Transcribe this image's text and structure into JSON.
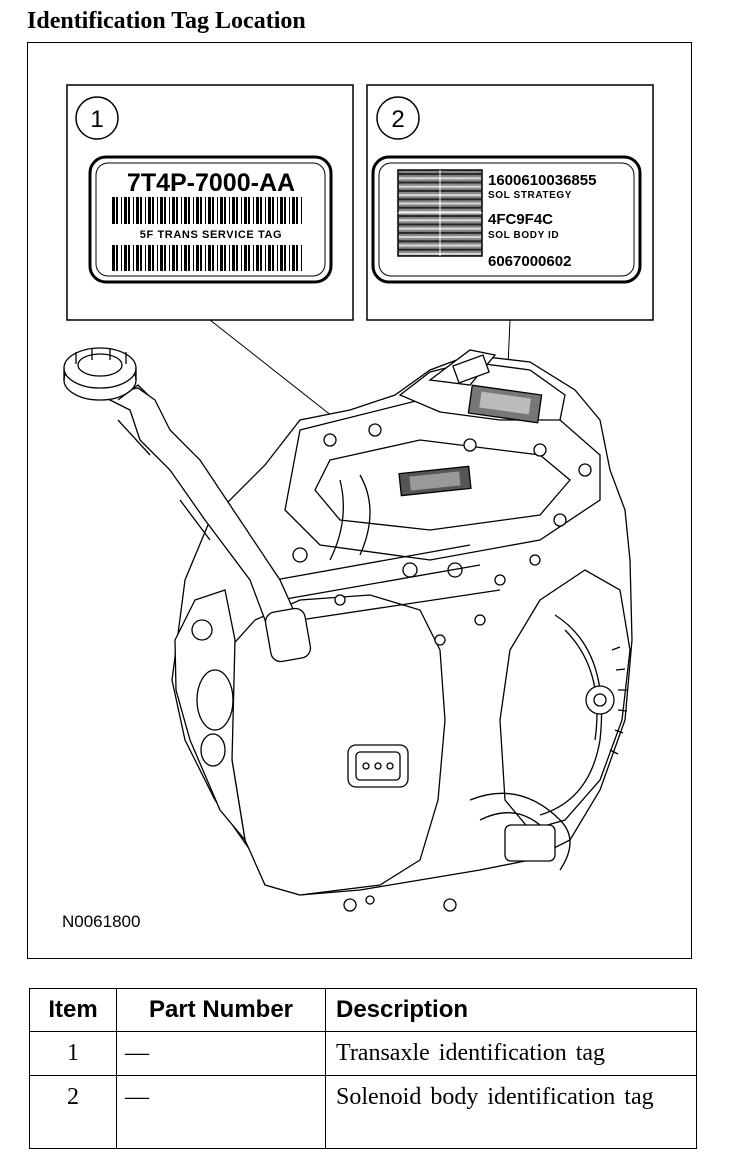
{
  "title": "Identification Tag Location",
  "figure_id": "N0061800",
  "callouts": [
    {
      "number": "1",
      "tag": {
        "part_number": "7T4P-7000-AA",
        "label": "5F TRANS SERVICE TAG"
      }
    },
    {
      "number": "2",
      "tag": {
        "line1_value": "1600610036855",
        "line1_label": "SOL STRATEGY",
        "line2_value": "4FC9F4C",
        "line2_label": "SOL BODY ID",
        "line3_value": "6067000602"
      }
    }
  ],
  "table": {
    "headers": [
      "Item",
      "Part Number",
      "Description"
    ],
    "rows": [
      {
        "item": "1",
        "part_number": "—",
        "description": "Transaxle identification tag"
      },
      {
        "item": "2",
        "part_number": "—",
        "description": "Solenoid body identification tag"
      }
    ]
  }
}
